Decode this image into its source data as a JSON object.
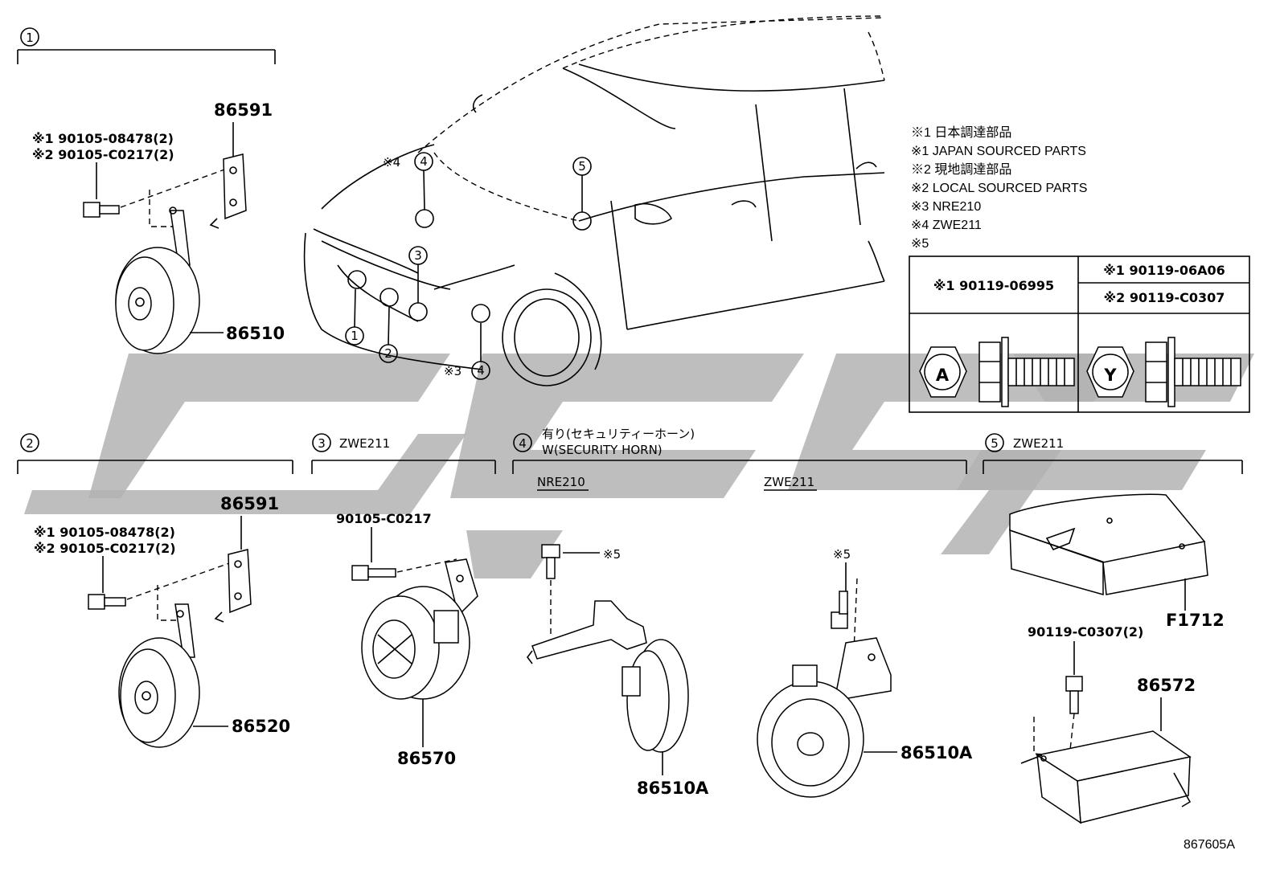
{
  "sections": [
    {
      "num": "1",
      "label": "",
      "parts": [
        {
          "callout": "86591"
        },
        {
          "callout": "86510"
        },
        {
          "fastener_a": "※1 90105-08478(2)"
        },
        {
          "fastener_b": "※2 90105-C0217(2)"
        }
      ]
    },
    {
      "num": "2",
      "label": "",
      "parts": [
        {
          "callout": "86591"
        },
        {
          "callout": "86520"
        },
        {
          "fastener_a": "※1 90105-08478(2)"
        },
        {
          "fastener_b": "※2 90105-C0217(2)"
        }
      ]
    },
    {
      "num": "3",
      "label": "ZWE211",
      "parts": [
        {
          "callout": "90105-C0217"
        },
        {
          "callout": "86570"
        }
      ]
    },
    {
      "num": "4",
      "label_jp": "有り(セキュリティーホーン)",
      "label": "W(SECURITY HORN)",
      "sub_a": "NRE210",
      "sub_b": "ZWE211",
      "parts": [
        {
          "callout": "※5"
        },
        {
          "callout": "86510A"
        },
        {
          "callout": "※5"
        },
        {
          "callout": "86510A"
        }
      ]
    },
    {
      "num": "5",
      "label": "ZWE211",
      "parts": [
        {
          "callout": "F1712"
        },
        {
          "callout": "90119-C0307(2)"
        },
        {
          "callout": "86572"
        }
      ]
    }
  ],
  "car_markers": {
    "m1": "1",
    "m2": "2",
    "m3": "3",
    "m4a": "4",
    "m4b": "4",
    "m5": "5",
    "note4": "※4",
    "note3": "※3"
  },
  "legend": [
    "※1 日本調達部品",
    "※1 JAPAN SOURCED PARTS",
    "※2 現地調達部品",
    "※2 LOCAL SOURCED PARTS",
    "※3 NRE210",
    "※4 ZWE211",
    "※5"
  ],
  "legend_table": {
    "left": "※1 90119-06995",
    "right_top": "※1 90119-06A06",
    "right_bottom": "※2 90119-C0307",
    "symbol_a": "A",
    "symbol_y": "Y"
  },
  "diagram_id": "867605A",
  "watermark_colors": {
    "gray": "#b3b3b3"
  }
}
